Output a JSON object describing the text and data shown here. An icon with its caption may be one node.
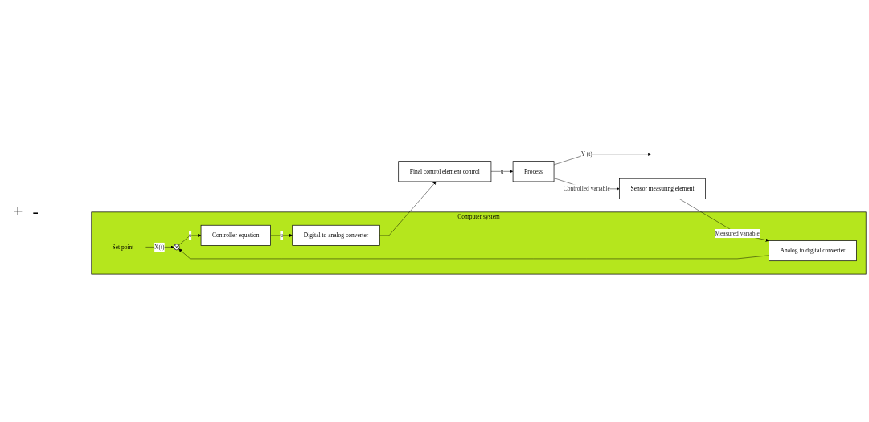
{
  "diagram": {
    "nodes": [
      {
        "text": [
          "Computer system"
        ]
      },
      {
        "text": [
          "Set point"
        ],
        "in": 0
      },
      {
        "text": [],
        "shape": "circle",
        "in": 0
      },
      {
        "text": [
          "Controller equation"
        ],
        "in": 0
      },
      {
        "text": [
          "Digital to analog converter"
        ],
        "in": 0
      },
      {
        "text": [
          "Final control element control"
        ]
      },
      {
        "text": [
          "Process"
        ]
      },
      {
        "text": [
          "Sensor measuring element"
        ]
      },
      {
        "text": [
          "Analog to digital converter"
        ],
        "in": 0
      }
    ],
    "edges": [
      {
        "from": 1,
        "to": 2,
        "arrow": "to",
        "label": "X(t)"
      },
      {
        "from": 2,
        "to": 3,
        "arrow": "to",
        "label": "e"
      },
      {
        "from": 3,
        "to": 4,
        "arrow": "to",
        "label": "u"
      },
      {
        "from": 4,
        "to": 5,
        "arrow": "to"
      },
      {
        "from": 5,
        "to": 6,
        "arrow": "to",
        "label": "u"
      },
      {
        "from": 6,
        "to": null,
        "arrow": "to",
        "label": "Y (t)"
      },
      {
        "from": 6,
        "to": 7,
        "arrow": "to",
        "label": "Controlled variable"
      },
      {
        "from": 7,
        "to": 8,
        "arrow": "to",
        "label": "Measured variable"
      },
      {
        "from": 8,
        "to": 2,
        "arrow": "to"
      }
    ],
    "labels": [
      "+",
      "-"
    ]
  }
}
